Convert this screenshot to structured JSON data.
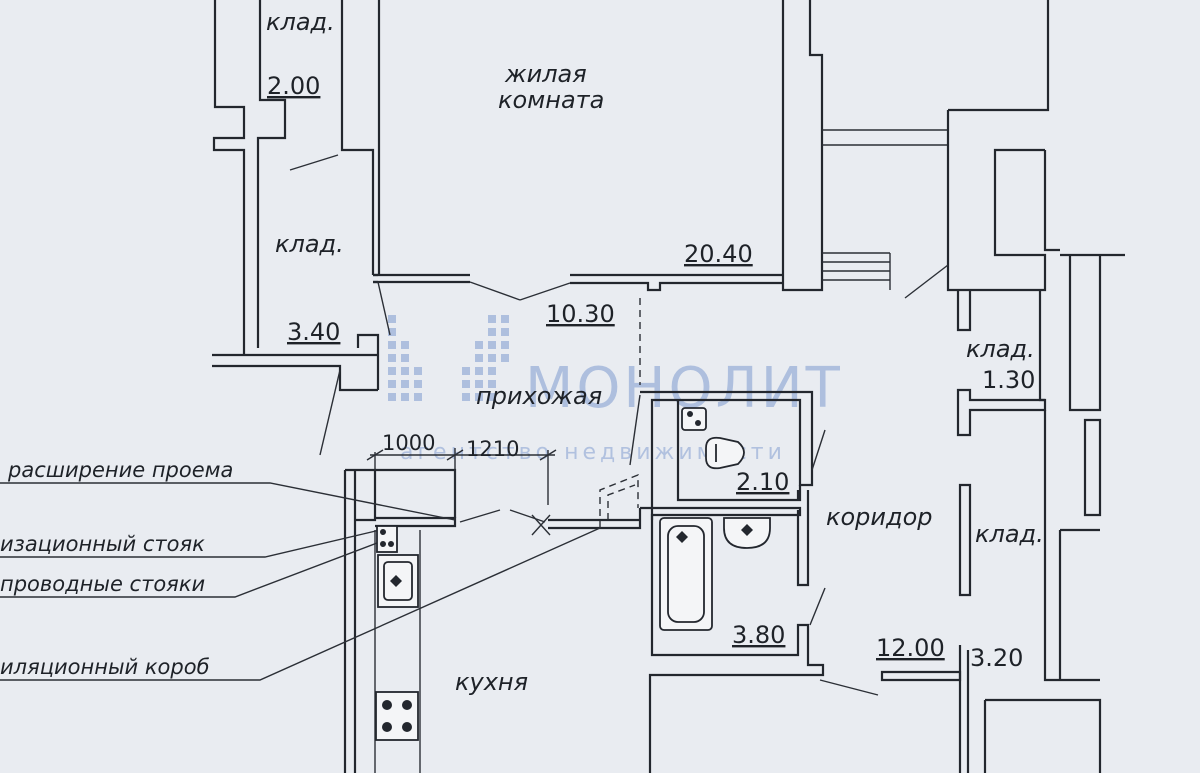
{
  "rooms": {
    "living": {
      "name_line1": "жилая",
      "name_line2": "комната",
      "area": "20.40"
    },
    "storage_top": {
      "name": "клад.",
      "area": "2.00"
    },
    "storage_left": {
      "name": "клад.",
      "area": "3.40"
    },
    "hallway": {
      "name": "прихожая",
      "area": "10.30"
    },
    "wc": {
      "area": "2.10"
    },
    "bathroom": {
      "area": "3.80"
    },
    "corridor": {
      "name": "коридор",
      "area": "12.00"
    },
    "storage_right_top": {
      "name": "клад.",
      "area": "1.30"
    },
    "storage_right": {
      "name": "клад.",
      "area": "3.20"
    },
    "kitchen": {
      "name": "кухня"
    }
  },
  "dimensions": {
    "d1": "1000",
    "d2": "1210"
  },
  "notes": {
    "opening": "расширение проема",
    "sewer": "изационный стояк",
    "water": "проводные стояки",
    "vent": "иляционный короб"
  },
  "watermark": {
    "brand": "МОНОЛИТ",
    "subtitle": "агентство недвижимости",
    "color": "#5a7fc4"
  }
}
